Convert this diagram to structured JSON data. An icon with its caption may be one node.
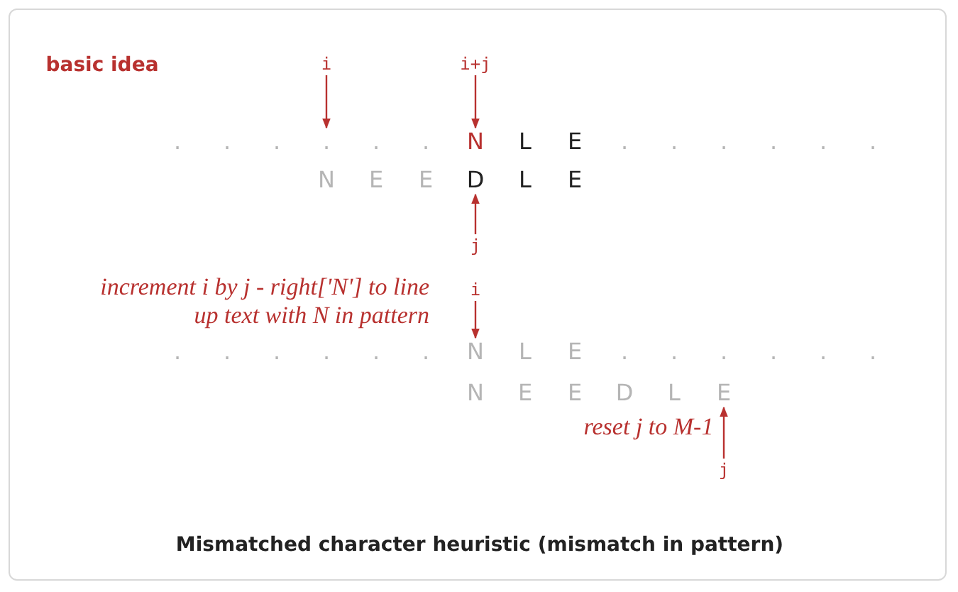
{
  "diagram": {
    "caption": "Mismatched character heuristic (mismatch in pattern)",
    "nodes": [
      {
        "text": [
          "i"
        ]
      },
      {
        "text": [
          "."
        ]
      },
      {
        "text": [
          "i+j"
        ]
      },
      {
        "text": [
          "N"
        ]
      },
      {
        "text": [
          "D"
        ]
      },
      {
        "text": [
          "j"
        ]
      },
      {
        "text": [
          "i"
        ]
      },
      {
        "text": [
          "N"
        ]
      },
      {
        "text": [
          "E"
        ]
      },
      {
        "text": [
          "j"
        ]
      }
    ],
    "edges": [
      {
        "from": 0,
        "to": 1,
        "arrow": "to"
      },
      {
        "from": 2,
        "to": 3,
        "arrow": "to"
      },
      {
        "from": 5,
        "to": 4,
        "arrow": "to"
      },
      {
        "from": 6,
        "to": 7,
        "arrow": "to"
      },
      {
        "from": 9,
        "to": 8,
        "arrow": "to"
      }
    ],
    "labels": [
      "basic idea",
      ".",
      ".",
      ".",
      ".",
      ".",
      "L",
      "E",
      ".",
      ".",
      ".",
      ".",
      ".",
      ".",
      "N",
      "E",
      "E",
      "L",
      "E",
      "increment i by j - right['N'] to line up text with N in pattern",
      ".",
      ".",
      ".",
      ".",
      ".",
      ".",
      "L",
      "E",
      ".",
      ".",
      ".",
      ".",
      ".",
      ".",
      "N",
      "E",
      "E",
      "D",
      "L",
      "reset j to M-1"
    ]
  }
}
